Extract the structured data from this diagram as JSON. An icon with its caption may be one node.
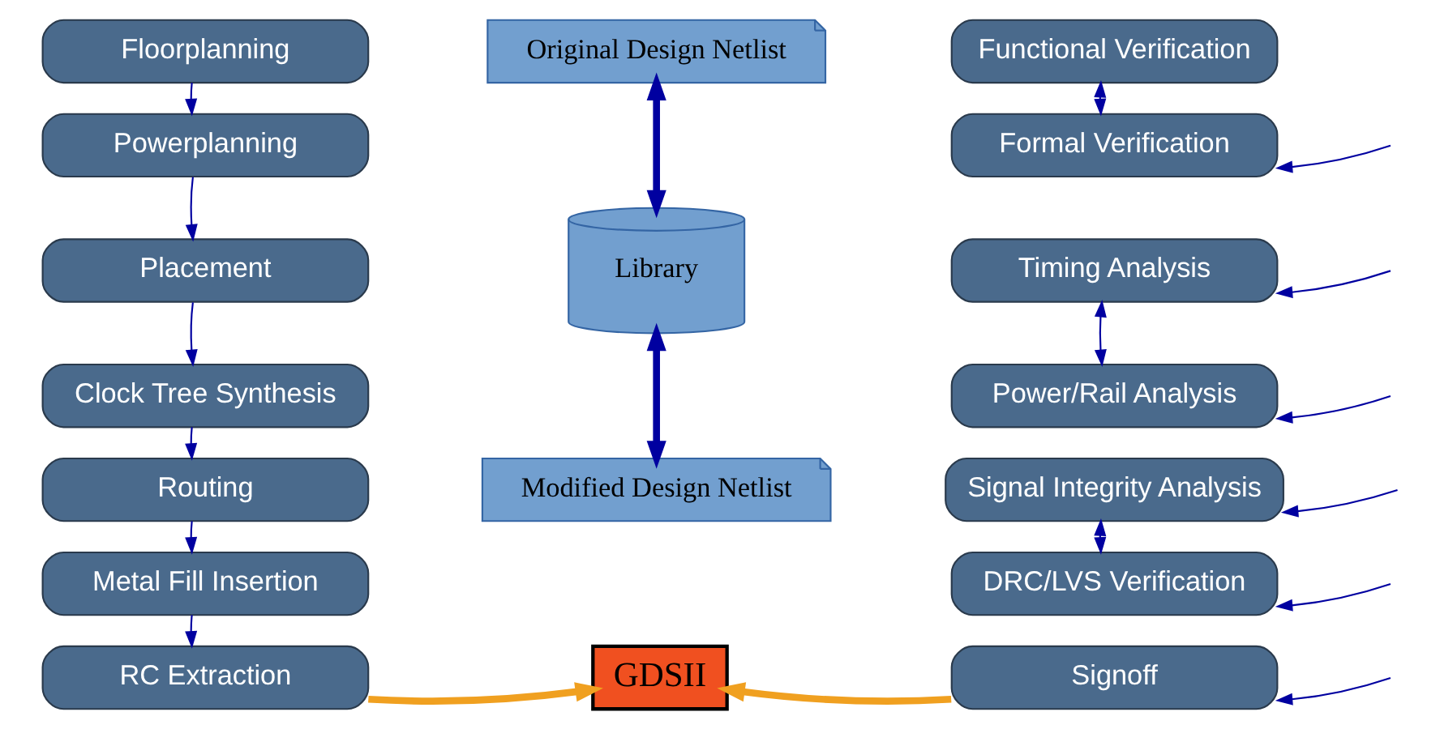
{
  "diagram": {
    "nodes": [
      {
        "text": [
          "Floorplanning"
        ]
      },
      {
        "text": [
          "Powerplanning"
        ]
      },
      {
        "text": [
          "Placement"
        ]
      },
      {
        "text": [
          "Clock Tree Synthesis"
        ]
      },
      {
        "text": [
          "Routing"
        ]
      },
      {
        "text": [
          "Metal Fill Insertion"
        ]
      },
      {
        "text": [
          "RC Extraction"
        ]
      },
      {
        "text": [
          "Original Design Netlist"
        ]
      },
      {
        "text": [
          "Library"
        ]
      },
      {
        "text": [
          "Modified Design Netlist"
        ]
      },
      {
        "text": [
          "GDSII"
        ]
      },
      {
        "text": [
          "Functional Verification"
        ]
      },
      {
        "text": [
          "Formal Verification"
        ]
      },
      {
        "text": [
          "Timing Analysis"
        ]
      },
      {
        "text": [
          "Power/Rail Analysis"
        ]
      },
      {
        "text": [
          "Signal Integrity Analysis"
        ]
      },
      {
        "text": [
          "DRC/LVS Verification"
        ]
      },
      {
        "text": [
          "Signoff"
        ]
      }
    ],
    "edges": [
      {
        "from": 0,
        "to": 1,
        "arrow": "to"
      },
      {
        "from": 1,
        "to": 2,
        "arrow": "to"
      },
      {
        "from": 2,
        "to": 3,
        "arrow": "to"
      },
      {
        "from": 3,
        "to": 4,
        "arrow": "to"
      },
      {
        "from": 4,
        "to": 5,
        "arrow": "to"
      },
      {
        "from": 5,
        "to": 6,
        "arrow": "to"
      },
      {
        "from": 7,
        "to": 8,
        "arrow": "both",
        "style": "thick"
      },
      {
        "from": 8,
        "to": 9,
        "arrow": "both",
        "style": "thick"
      },
      {
        "from": 6,
        "to": 10,
        "arrow": "to",
        "style": "thick",
        "color": "#f0a020"
      },
      {
        "from": 17,
        "to": 10,
        "arrow": "to",
        "style": "thick",
        "color": "#f0a020"
      },
      {
        "from": 11,
        "to": 12,
        "arrow": "both"
      },
      {
        "from": 13,
        "to": 14,
        "arrow": "both"
      },
      {
        "from": 15,
        "to": 16,
        "arrow": "both"
      },
      {
        "from": null,
        "to": 12,
        "arrow": "to"
      },
      {
        "from": null,
        "to": 13,
        "arrow": "to"
      },
      {
        "from": null,
        "to": 14,
        "arrow": "to"
      },
      {
        "from": null,
        "to": 15,
        "arrow": "to"
      },
      {
        "from": null,
        "to": 16,
        "arrow": "to"
      },
      {
        "from": null,
        "to": 17,
        "arrow": "to"
      }
    ]
  }
}
